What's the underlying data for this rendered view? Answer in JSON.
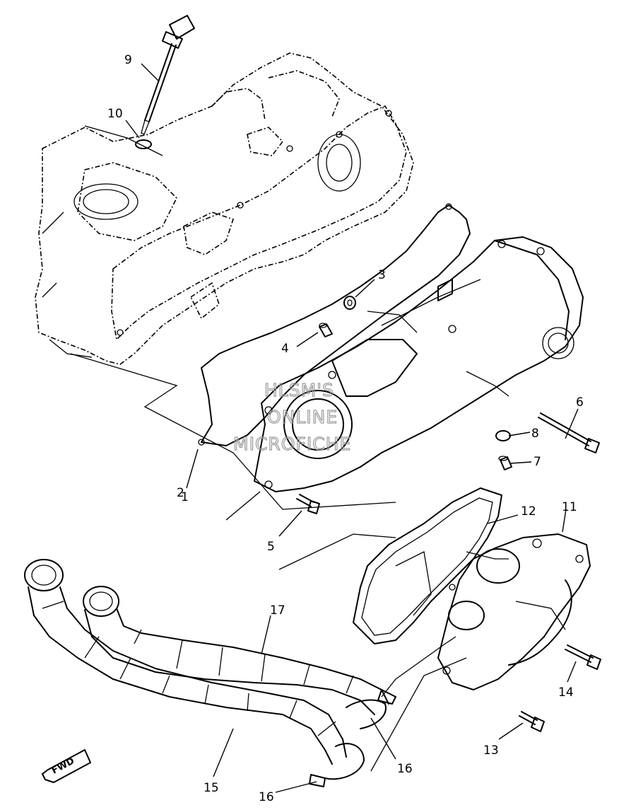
{
  "watermark": {
    "line1": "HLSM'S",
    "line2": "ONLINE",
    "line3": "MICROFICHE"
  },
  "fwd_label": "FWD",
  "callouts": [
    {
      "key": "1",
      "text": "1"
    },
    {
      "key": "2",
      "text": "2"
    },
    {
      "key": "3",
      "text": "3"
    },
    {
      "key": "4",
      "text": "4"
    },
    {
      "key": "5",
      "text": "5"
    },
    {
      "key": "6",
      "text": "6"
    },
    {
      "key": "7",
      "text": "7"
    },
    {
      "key": "8",
      "text": "8"
    },
    {
      "key": "9",
      "text": "9"
    },
    {
      "key": "10",
      "text": "10"
    },
    {
      "key": "11",
      "text": "11"
    },
    {
      "key": "12",
      "text": "12"
    },
    {
      "key": "13",
      "text": "13"
    },
    {
      "key": "14",
      "text": "14"
    },
    {
      "key": "15",
      "text": "15"
    },
    {
      "key": "16a",
      "text": "16"
    },
    {
      "key": "16b",
      "text": "16"
    },
    {
      "key": "17",
      "text": "17"
    }
  ]
}
